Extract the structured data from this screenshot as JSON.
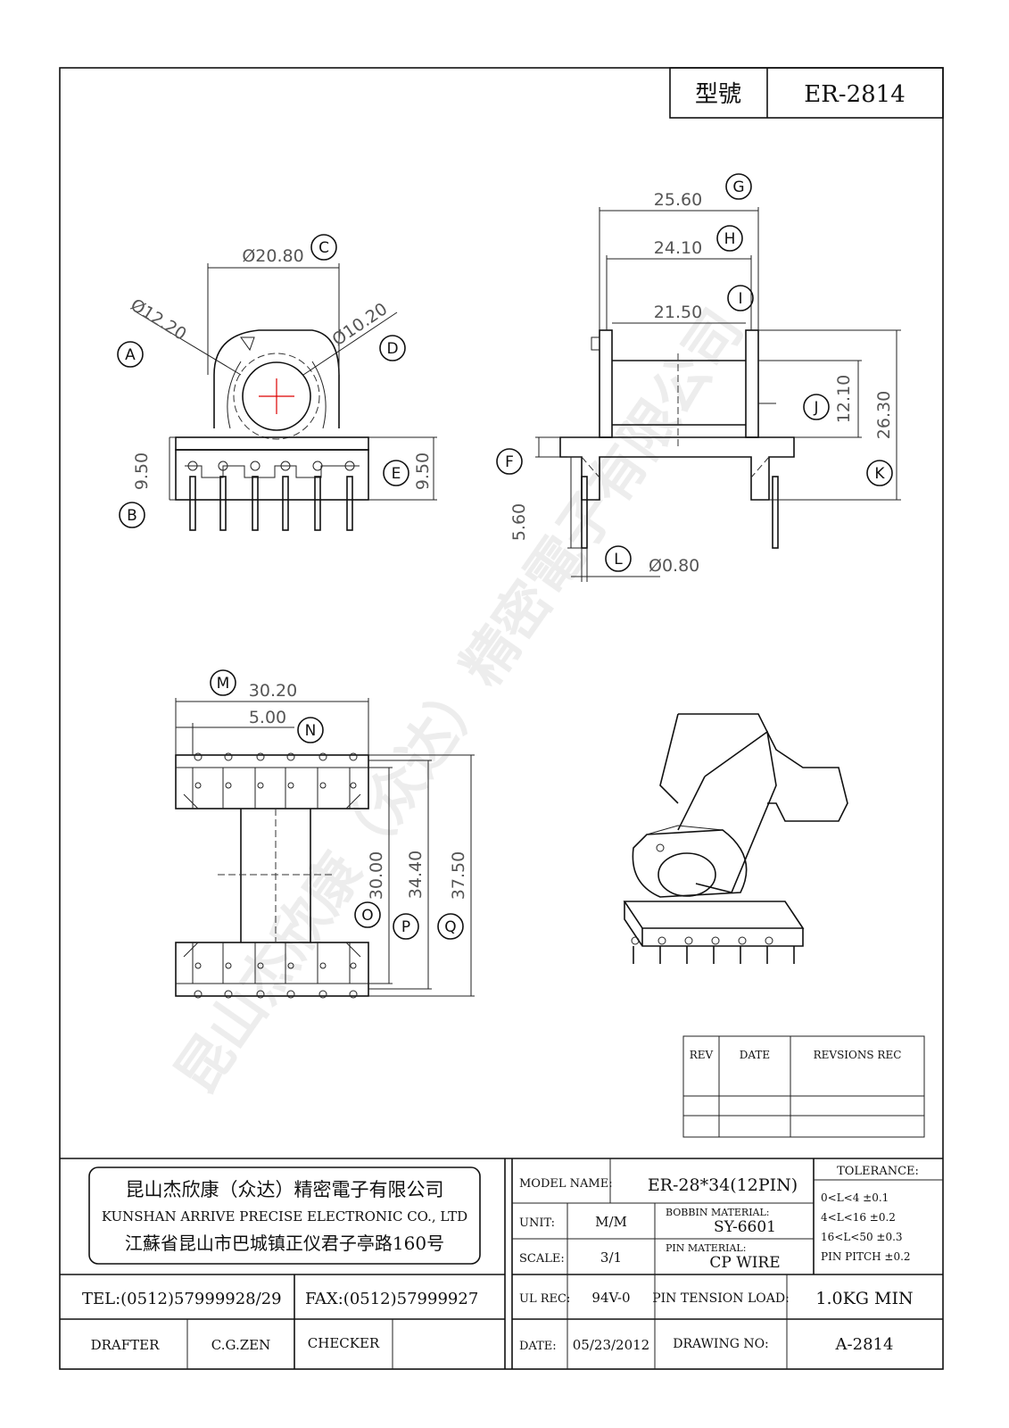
{
  "header": {
    "model_label": "型號",
    "model_value": "ER-2814"
  },
  "watermark": "昆山杰欣康（众达）精密電子有限公司",
  "dimensions": {
    "A": "Ø12.20",
    "B": "9.50",
    "C": "Ø20.80",
    "D": "Ø10.20",
    "E": "9.50",
    "F": "5.60",
    "G": "25.60",
    "H": "24.10",
    "I": "21.50",
    "J": "12.10",
    "K": "26.30",
    "L": "Ø0.80",
    "M": "30.20",
    "N": "5.00",
    "O": "30.00",
    "P": "34.40",
    "Q": "37.50"
  },
  "revision_table": {
    "rev": "REV",
    "date": "DATE",
    "revisions": "REVSIONS  REC"
  },
  "company": {
    "name_cn": "昆山杰欣康（众达）精密電子有限公司",
    "name_en": "KUNSHAN ARRIVE PRECISE ELECTRONIC CO., LTD",
    "address": "江蘇省昆山市巴城镇正仪君子亭路160号",
    "tel": "TEL:(0512)57999928/29",
    "fax": "FAX:(0512)57999927"
  },
  "signoff": {
    "drafter_label": "DRAFTER",
    "drafter": "C.G.ZEN",
    "checker_label": "CHECKER",
    "checker": ""
  },
  "title_block": {
    "model_name_label": "MODEL NAME:",
    "model_name": "ER-28*34(12PIN)",
    "unit_label": "UNIT:",
    "unit": "M/M",
    "bobbin_material_label": "BOBBIN MATERIAL:",
    "bobbin_material": "SY-6601",
    "scale_label": "SCALE:",
    "scale": "3/1",
    "pin_material_label": "PIN MATERIAL:",
    "pin_material": "CP WIRE",
    "ul_rec_label": "UL REC:",
    "ul_rec": "94V-0",
    "pin_tension_label": "PIN TENSION LOAD:",
    "pin_tension": "1.0KG MIN",
    "date_label": "DATE:",
    "date": "05/23/2012",
    "drawing_no_label": "DRAWING NO:",
    "drawing_no": "A-2814"
  },
  "tolerance": {
    "title": "TOLERANCE:",
    "rows": [
      "0<L<4    ±0.1",
      "4<L<16   ±0.2",
      "16<L<50  ±0.3",
      "PIN PITCH ±0.2"
    ]
  }
}
